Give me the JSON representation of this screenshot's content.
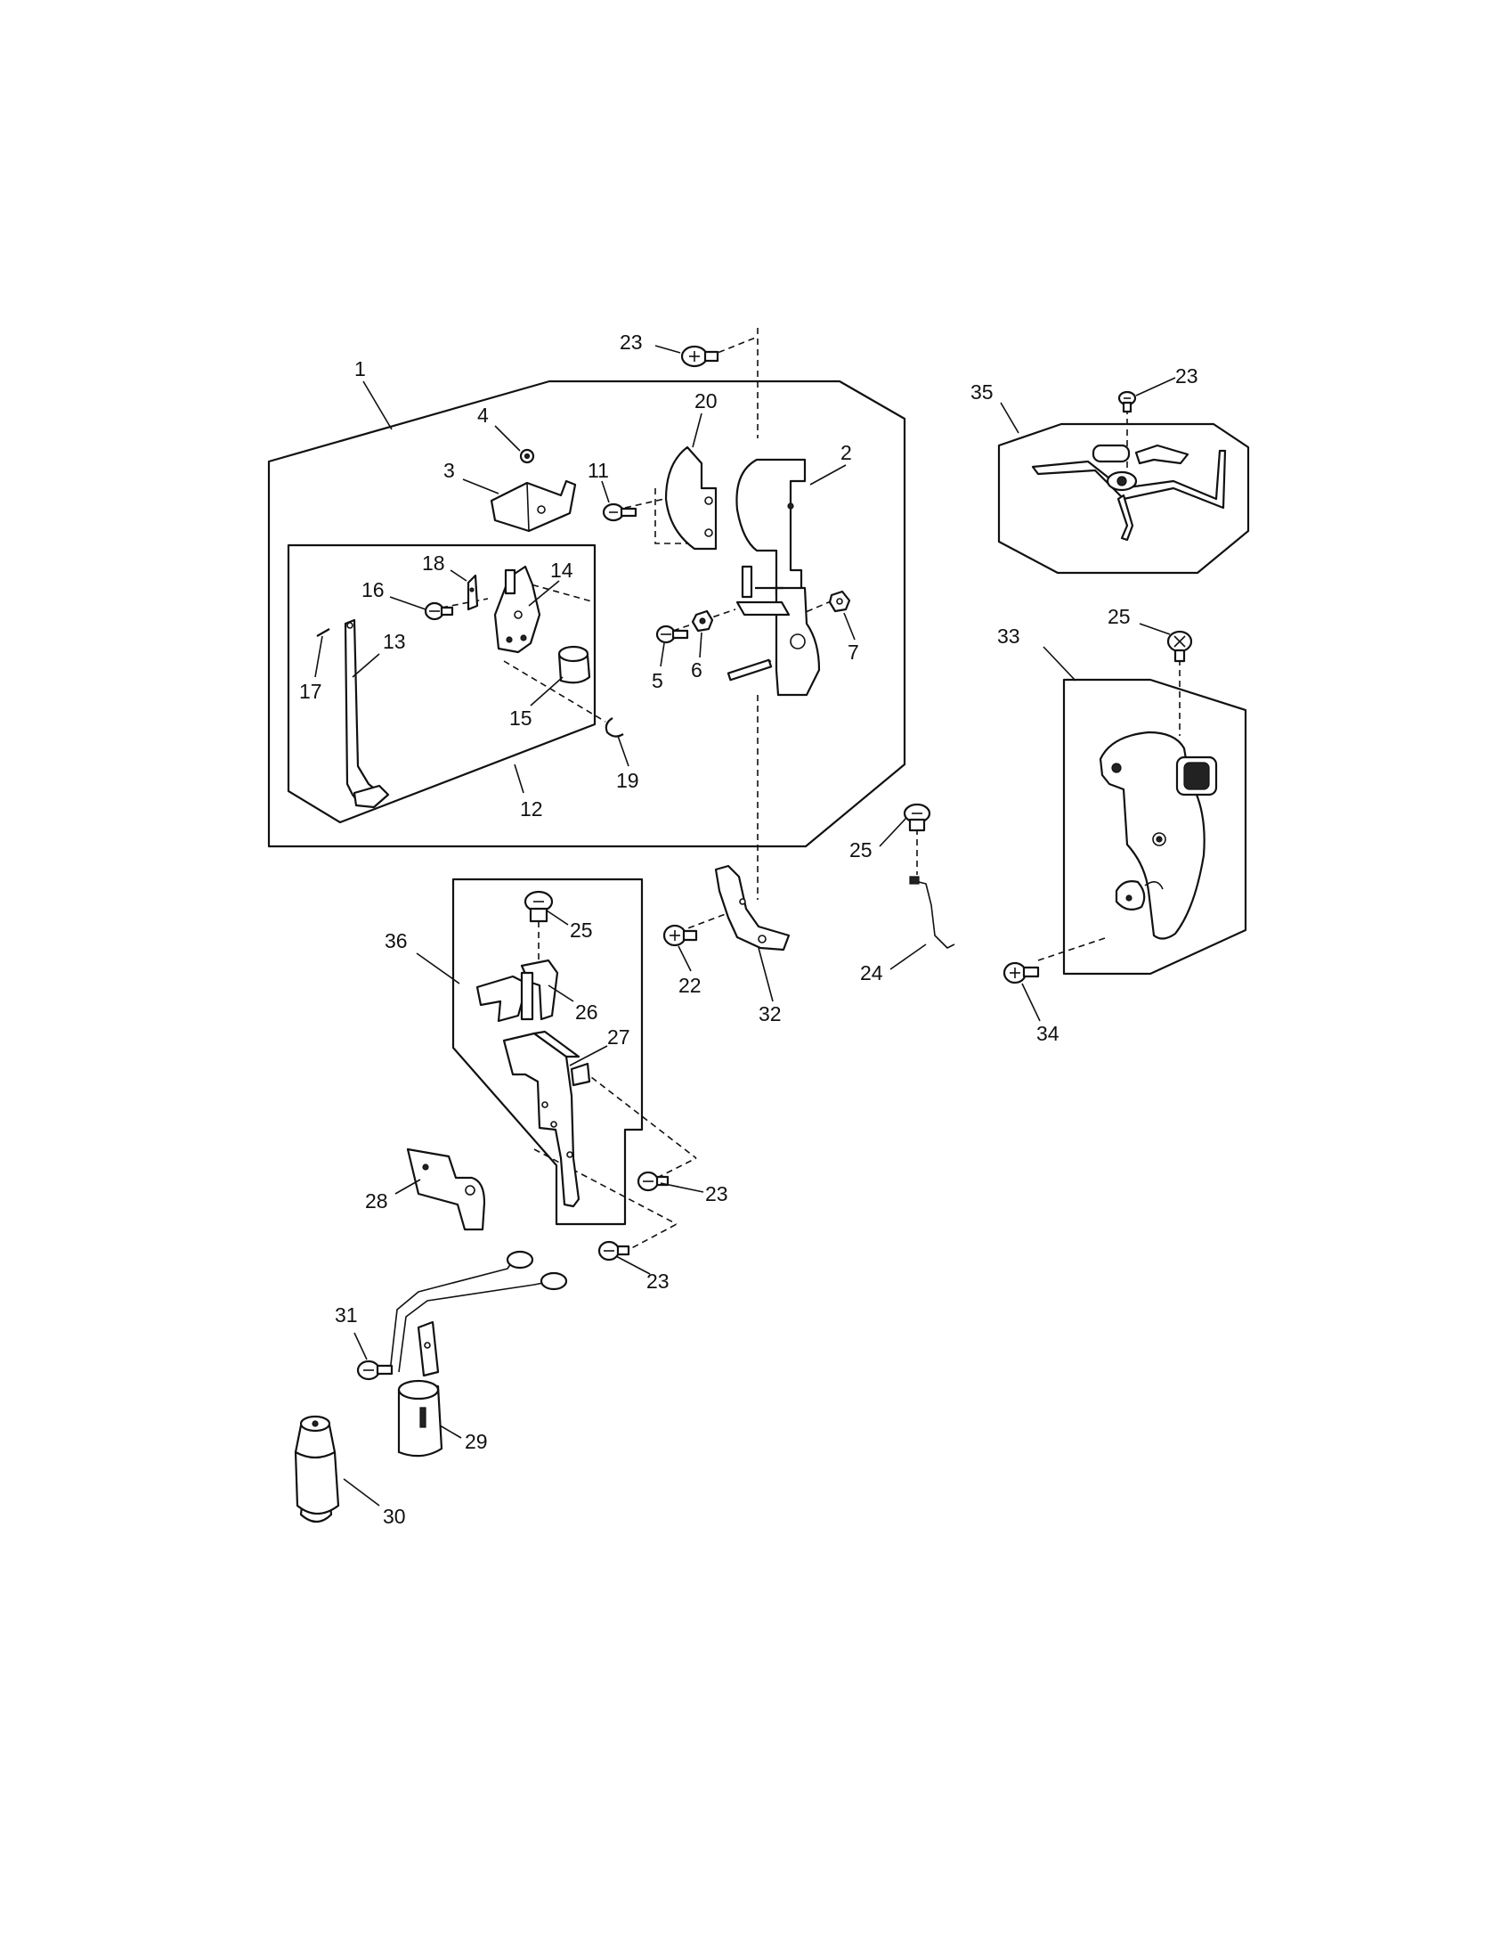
{
  "callouts": [
    {
      "id": "c1",
      "text": "1"
    },
    {
      "id": "c2",
      "text": "2"
    },
    {
      "id": "c3",
      "text": "3"
    },
    {
      "id": "c4",
      "text": "4"
    },
    {
      "id": "c5",
      "text": "5"
    },
    {
      "id": "c6",
      "text": "6"
    },
    {
      "id": "c7",
      "text": "7"
    },
    {
      "id": "c11",
      "text": "11"
    },
    {
      "id": "c12",
      "text": "12"
    },
    {
      "id": "c13",
      "text": "13"
    },
    {
      "id": "c14",
      "text": "14"
    },
    {
      "id": "c15",
      "text": "15"
    },
    {
      "id": "c16",
      "text": "16"
    },
    {
      "id": "c17",
      "text": "17"
    },
    {
      "id": "c18",
      "text": "18"
    },
    {
      "id": "c19",
      "text": "19"
    },
    {
      "id": "c20",
      "text": "20"
    },
    {
      "id": "c22",
      "text": "22"
    },
    {
      "id": "c23a",
      "text": "23"
    },
    {
      "id": "c23b",
      "text": "23"
    },
    {
      "id": "c23c",
      "text": "23"
    },
    {
      "id": "c23d",
      "text": "23"
    },
    {
      "id": "c24",
      "text": "24"
    },
    {
      "id": "c25a",
      "text": "25"
    },
    {
      "id": "c25b",
      "text": "25"
    },
    {
      "id": "c25c",
      "text": "25"
    },
    {
      "id": "c26",
      "text": "26"
    },
    {
      "id": "c27",
      "text": "27"
    },
    {
      "id": "c28",
      "text": "28"
    },
    {
      "id": "c29",
      "text": "29"
    },
    {
      "id": "c30",
      "text": "30"
    },
    {
      "id": "c31",
      "text": "31"
    },
    {
      "id": "c32",
      "text": "32"
    },
    {
      "id": "c33",
      "text": "33"
    },
    {
      "id": "c34",
      "text": "34"
    },
    {
      "id": "c35",
      "text": "35"
    },
    {
      "id": "c36",
      "text": "36"
    }
  ]
}
